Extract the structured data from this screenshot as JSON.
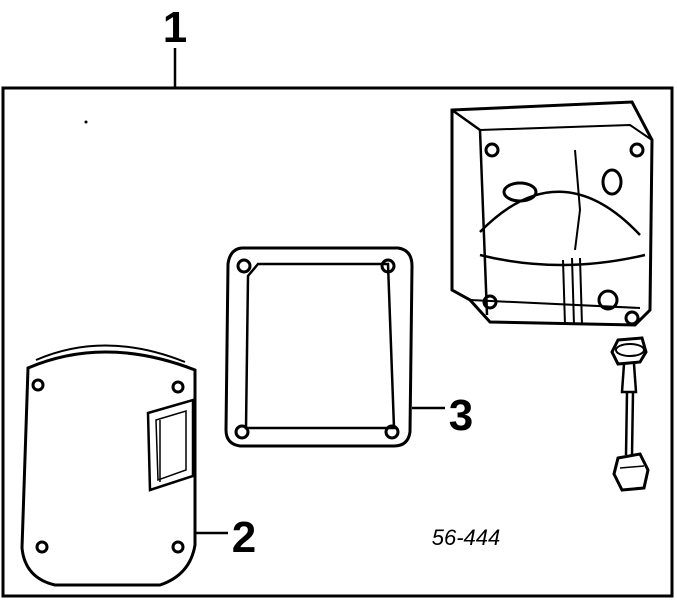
{
  "callouts": {
    "c1": "1",
    "c2": "2",
    "c3": "3"
  },
  "figure_ref": "56-444",
  "colors": {
    "ink": "#000000",
    "paper": "#ffffff"
  }
}
